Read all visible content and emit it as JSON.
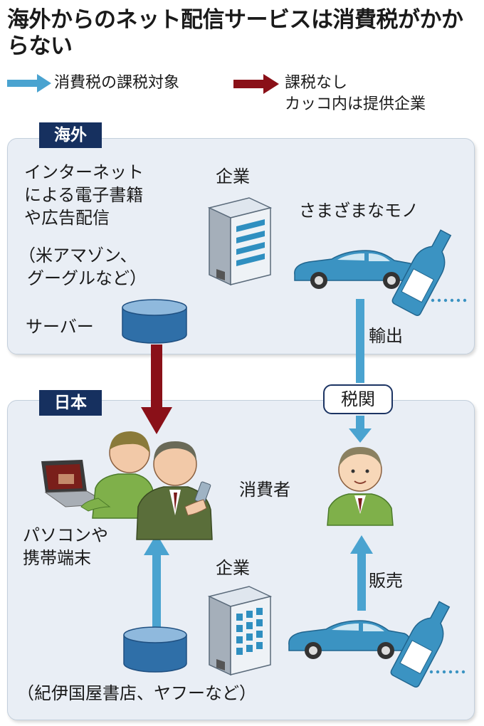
{
  "title": "海外からのネット配信サービスは消費税がかからない",
  "legend": {
    "taxed_label": "消費税の課税対象",
    "untaxed_line1": "課税なし",
    "untaxed_line2": "カッコ内は提供企業",
    "taxed_color": "#4aa3d0",
    "untaxed_color": "#8a1018"
  },
  "overseas": {
    "tag": "海外",
    "content_lines": [
      "インターネット",
      "による電子書籍",
      "や広告配信"
    ],
    "providers_lines": [
      "（米アマゾン、",
      "グーグルなど）"
    ],
    "company_label": "企業",
    "goods_label": "さまざまなモノ",
    "server_label": "サーバー",
    "export_label": "輸出"
  },
  "customs_label": "税関",
  "japan": {
    "tag": "日本",
    "devices_lines": [
      "パソコンや",
      "携帯端末"
    ],
    "consumer_label": "消費者",
    "company_label": "企業",
    "sales_label": "販売",
    "providers_label": "（紀伊国屋書店、ヤフーなど）"
  }
}
